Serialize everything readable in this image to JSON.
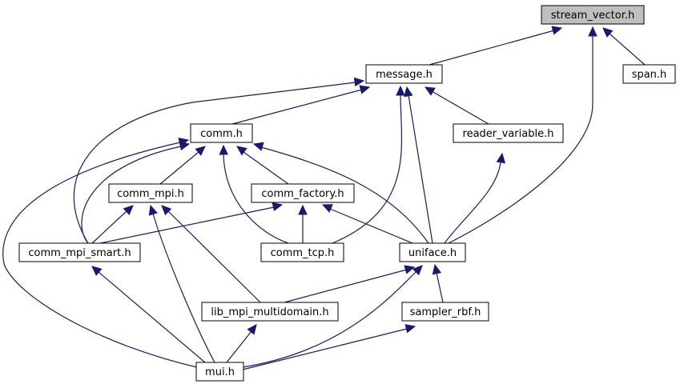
{
  "nodes": [
    {
      "id": "stream_vector",
      "label": "stream_vector.h",
      "highlighted": true
    },
    {
      "id": "message",
      "label": "message.h"
    },
    {
      "id": "span",
      "label": "span.h"
    },
    {
      "id": "comm",
      "label": "comm.h"
    },
    {
      "id": "reader_variable",
      "label": "reader_variable.h"
    },
    {
      "id": "comm_mpi",
      "label": "comm_mpi.h"
    },
    {
      "id": "comm_factory",
      "label": "comm_factory.h"
    },
    {
      "id": "comm_mpi_smart",
      "label": "comm_mpi_smart.h"
    },
    {
      "id": "comm_tcp",
      "label": "comm_tcp.h"
    },
    {
      "id": "uniface",
      "label": "uniface.h"
    },
    {
      "id": "lib_mpi_multidomain",
      "label": "lib_mpi_multidomain.h"
    },
    {
      "id": "sampler_rbf",
      "label": "sampler_rbf.h"
    },
    {
      "id": "mui",
      "label": "mui.h"
    }
  ],
  "edges": [
    {
      "from": "message",
      "to": "stream_vector"
    },
    {
      "from": "span",
      "to": "stream_vector"
    },
    {
      "from": "uniface",
      "to": "stream_vector"
    },
    {
      "from": "comm",
      "to": "message"
    },
    {
      "from": "comm_mpi_smart",
      "to": "message"
    },
    {
      "from": "comm_tcp",
      "to": "message"
    },
    {
      "from": "uniface",
      "to": "message"
    },
    {
      "from": "reader_variable",
      "to": "message"
    },
    {
      "from": "comm_mpi",
      "to": "comm"
    },
    {
      "from": "comm_factory",
      "to": "comm"
    },
    {
      "from": "comm_mpi_smart",
      "to": "comm"
    },
    {
      "from": "comm_tcp",
      "to": "comm"
    },
    {
      "from": "uniface",
      "to": "comm"
    },
    {
      "from": "mui",
      "to": "comm"
    },
    {
      "from": "uniface",
      "to": "reader_variable"
    },
    {
      "from": "comm_mpi_smart",
      "to": "comm_mpi"
    },
    {
      "from": "lib_mpi_multidomain",
      "to": "comm_mpi"
    },
    {
      "from": "mui",
      "to": "comm_mpi"
    },
    {
      "from": "comm_mpi_smart",
      "to": "comm_factory"
    },
    {
      "from": "comm_tcp",
      "to": "comm_factory"
    },
    {
      "from": "uniface",
      "to": "comm_factory"
    },
    {
      "from": "mui",
      "to": "comm_mpi_smart"
    },
    {
      "from": "lib_mpi_multidomain",
      "to": "uniface"
    },
    {
      "from": "sampler_rbf",
      "to": "uniface"
    },
    {
      "from": "mui",
      "to": "uniface"
    },
    {
      "from": "mui",
      "to": "lib_mpi_multidomain"
    },
    {
      "from": "mui",
      "to": "sampler_rbf"
    }
  ],
  "colors": {
    "edge": "#191970",
    "highlight_fill": "#bfbfbf",
    "node_fill": "#ffffff",
    "node_border": "#000000"
  }
}
